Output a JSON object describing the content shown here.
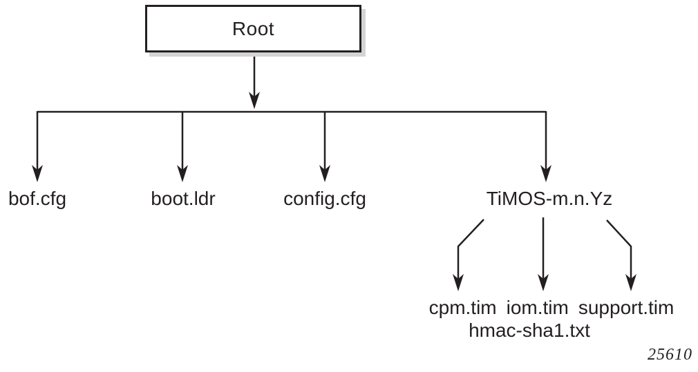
{
  "diagram": {
    "title": "file-system-tree",
    "root": {
      "label": "Root"
    },
    "level1": [
      {
        "label": "bof.cfg"
      },
      {
        "label": "boot.ldr"
      },
      {
        "label": "config.cfg"
      },
      {
        "label": "TiMOS-m.n.Yz"
      }
    ],
    "level2": {
      "parent": "TiMOS-m.n.Yz",
      "files": [
        "cpm.tim",
        "iom.tim",
        "support.tim"
      ],
      "extra_file": "hmac-sha1.txt"
    },
    "figure_number": "25610"
  },
  "colors": {
    "line": "#231f20",
    "shadow": "#d4d4d4",
    "background": "#ffffff"
  }
}
